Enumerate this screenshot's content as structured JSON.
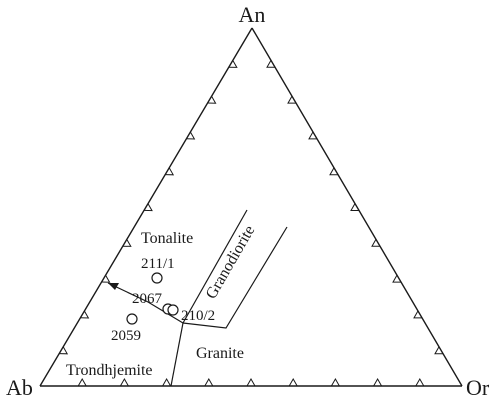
{
  "diagram": {
    "apex_labels": {
      "top": "An",
      "left": "Ab",
      "right": "Or"
    },
    "field_labels": {
      "tonalite": "Tonalite",
      "granodiorite": "Granodiorite",
      "granite": "Granite",
      "trondhjemite": "Trondhjemite"
    },
    "samples": [
      {
        "label": "211/1"
      },
      {
        "label": "2067"
      },
      {
        "label": "210/2"
      },
      {
        "label": "2059"
      }
    ],
    "colors": {
      "ink": "#1a1a1a",
      "background": "#ffffff"
    }
  }
}
